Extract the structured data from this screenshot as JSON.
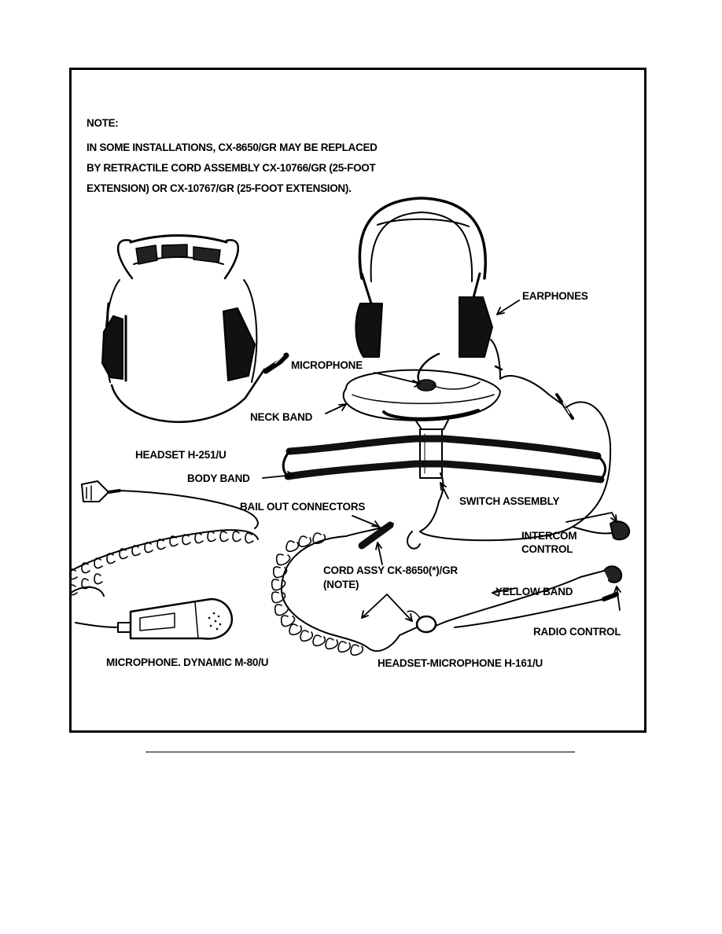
{
  "note": {
    "heading": "NOTE:",
    "line1": "IN SOME INSTALLATIONS, CX-8650/GR MAY BE REPLACED",
    "line2": "BY RETRACTILE CORD ASSEMBLY CX-10766/GR (25-FOOT",
    "line3": "EXTENSION) OR CX-10767/GR (25-FOOT EXTENSION)."
  },
  "labels": {
    "earphones": "EARPHONES",
    "microphone": "MICROPHONE",
    "neck_band": "NECK BAND",
    "headset_h251": "HEADSET H-251/U",
    "body_band": "BODY BAND",
    "bail_out_connectors": "BAIL OUT CONNECTORS",
    "switch_assembly": "SWITCH ASSEMBLY",
    "intercom_control_1": "INTERCOM",
    "intercom_control_2": "CONTROL",
    "cord_assy_1": "CORD ASSY CK-8650(*)/GR",
    "cord_assy_2": "(NOTE)",
    "yellow_band": "YELLOW BAND",
    "radio_control": "RADIO CONTROL",
    "microphone_dynamic": "MICROPHONE.  DYNAMIC M-80/U",
    "headset_microphone": "HEADSET-MICROPHONE  H-161/U"
  }
}
